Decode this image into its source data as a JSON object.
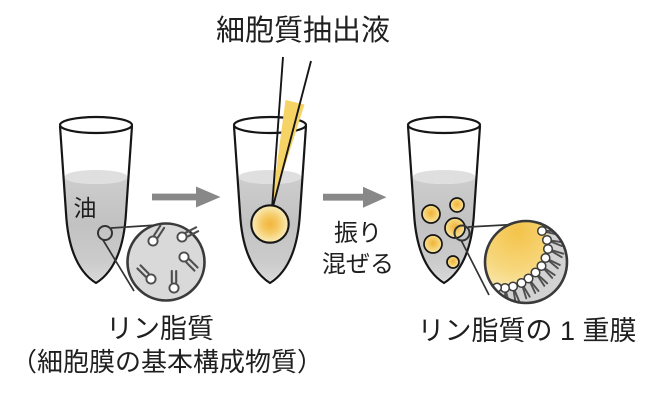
{
  "title": "細胞質抽出液",
  "step1": {
    "tube_label": "油",
    "caption_line1": "リン脂質",
    "caption_line2": "（細胞膜の基本構成物質）"
  },
  "step2": {
    "action_line1": "振り",
    "action_line2": "混ぜる"
  },
  "step3": {
    "caption": "リン脂質の 1 重膜"
  },
  "icons": {
    "arrow_1": "arrow-right-icon",
    "arrow_2": "arrow-right-icon",
    "magnifier_left": "zoom-circle-phospholipids",
    "magnifier_right": "zoom-circle-monolayer"
  },
  "colors": {
    "liquid_gray": "#c6c6c6",
    "surface_gray": "#dfdfdf",
    "extract_yellow": "#f6d365",
    "droplet_yellow": "#f2b53a",
    "arrow_gray": "#888888",
    "outline_black": "#161616",
    "magnifier_gray": "#d9d9d9",
    "text_black": "#1f1f1f"
  }
}
